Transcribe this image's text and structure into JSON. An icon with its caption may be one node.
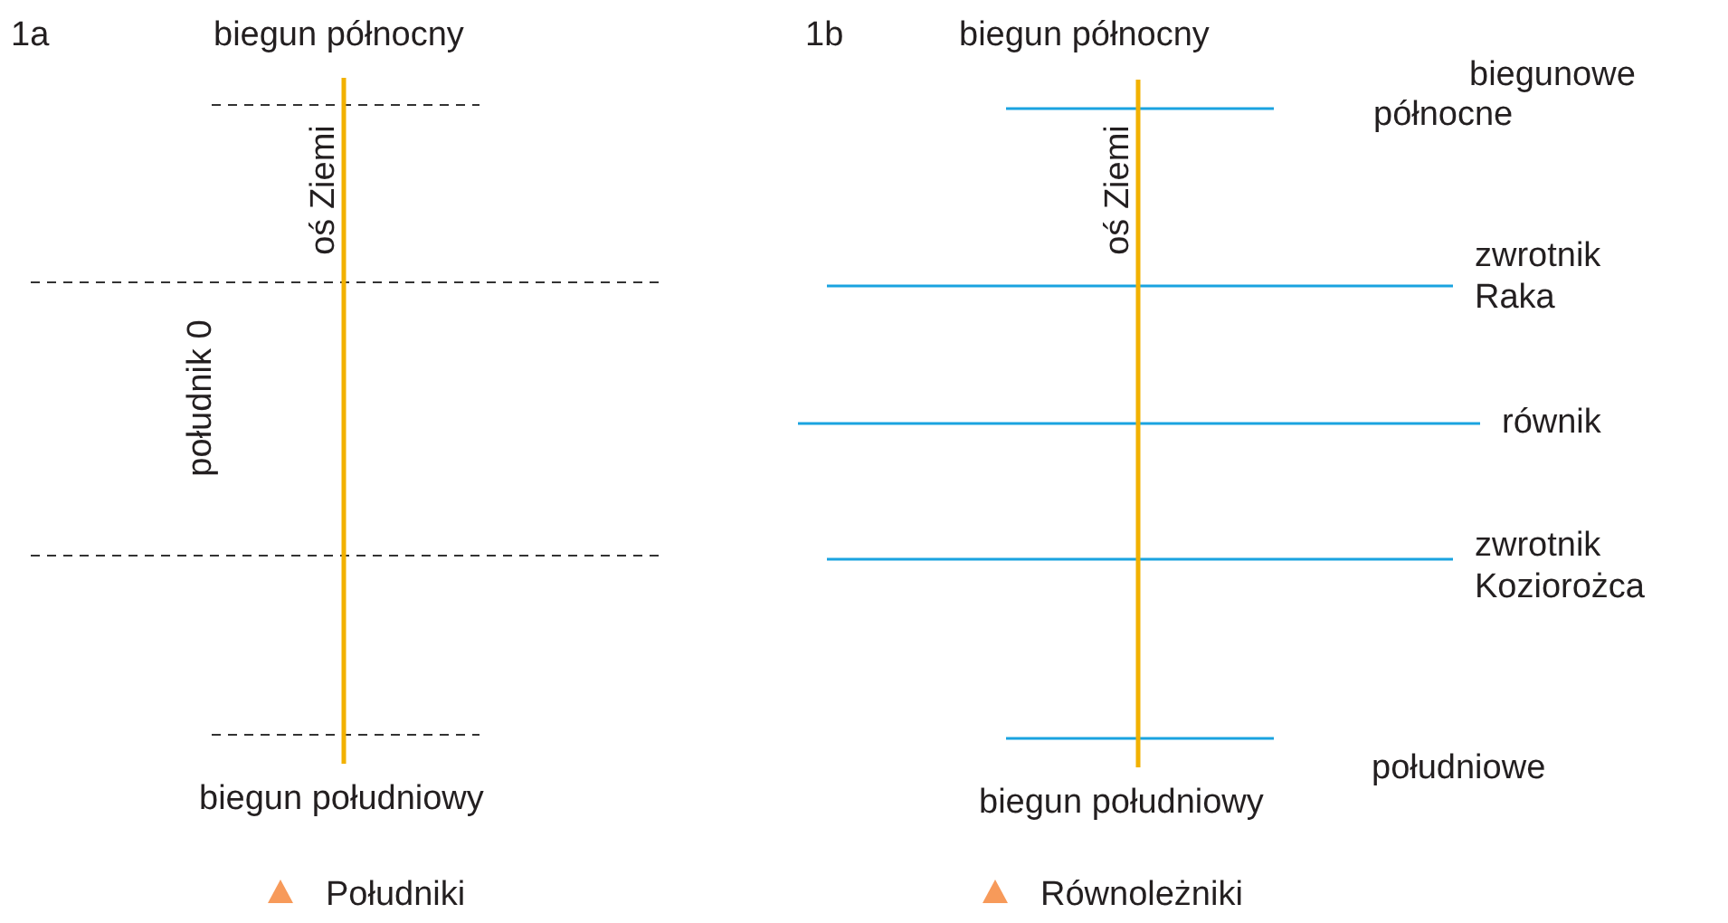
{
  "diagram": {
    "labels": [
      "1a",
      "biegun północny",
      "1b",
      "biegun północny",
      "biegunowe",
      "północne",
      "oś Ziemi",
      "oś Ziemi",
      "zwrotnik Raka",
      "południk 0",
      "równik",
      "zwrotnik Koziorożca",
      "biegun południowy",
      "biegun południowy",
      "południowe",
      "Południki",
      "Równoleżniki"
    ]
  }
}
